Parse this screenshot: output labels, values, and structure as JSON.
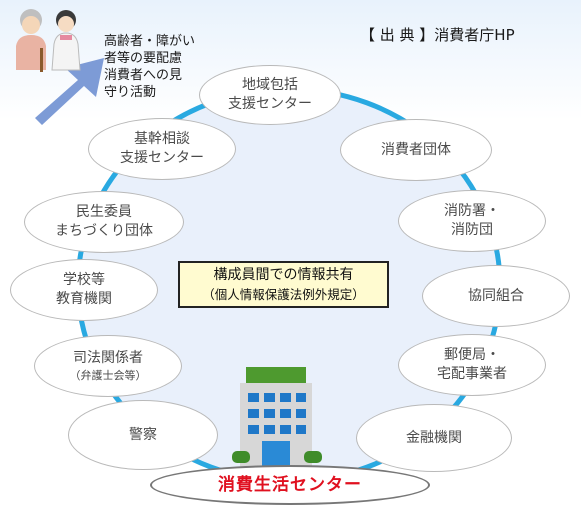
{
  "source": "【 出 典 】消費者庁HP",
  "caption": [
    "高齢者・障がい",
    "者等の要配慮",
    "消費者への見",
    "守り活動"
  ],
  "center": {
    "line1": "構成員間での情報共有",
    "line2": "（個人情報保護法例外規定）"
  },
  "nodes": {
    "chiiki": [
      "地域包括",
      "支援センター"
    ],
    "kikan": [
      "基幹相談",
      "支援センター"
    ],
    "shohisha": [
      "消費者団体"
    ],
    "minsei": [
      "民生委員",
      "まちづくり団体"
    ],
    "shobo": [
      "消防署・",
      "消防団"
    ],
    "gakko": [
      "学校等",
      "教育機関"
    ],
    "kyodo": [
      "協同組合"
    ],
    "shiho": [
      "司法関係者"
    ],
    "shiho_sub": "（弁護士会等）",
    "yubin": [
      "郵便局・",
      "宅配事業者"
    ],
    "keisatsu": [
      "警察"
    ],
    "kinyu": [
      "金融機関"
    ],
    "main": "消費生活センター"
  },
  "colors": {
    "ring_fill": "#e9f0fb",
    "ring_edge": "#29a9e1",
    "arrow": "#7d9bd6",
    "main_text": "#e0101f",
    "center_fill": "#fffbd0"
  }
}
